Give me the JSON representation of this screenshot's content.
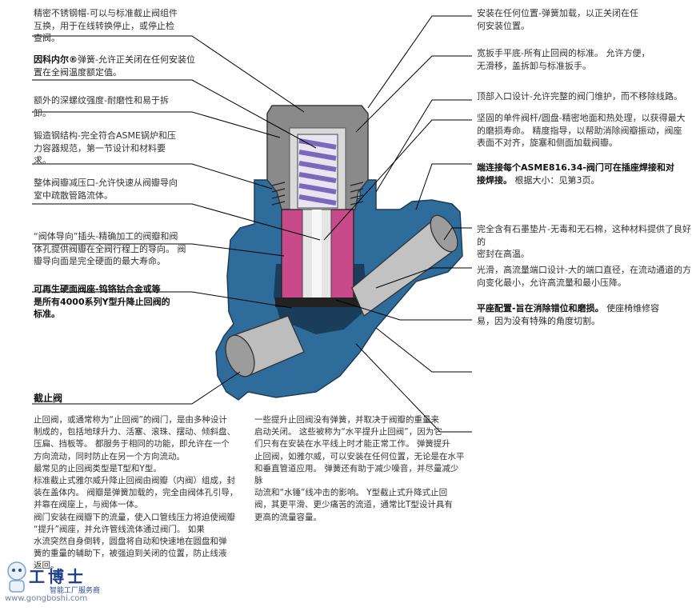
{
  "left_annotations": [
    {
      "text": "精密不锈钢帽-可以与标准截止阀组件\n互换，用于在线转换停止，或停止检\n查阀。",
      "emphasis": ""
    },
    {
      "text": "弹簧-允许正关闭在任何安装位\n置在全阀温度额定值。",
      "emphasis": "因科内尔®"
    },
    {
      "text": "额外的深螺纹强度-耐磨性和易于拆\n卸。",
      "emphasis": ""
    },
    {
      "text": "锻造钢结构-完全符合ASME锅炉和压\n力容器规范，第一节设计和材料要\n求。",
      "emphasis": ""
    },
    {
      "text": "整体阀瓣减压口-允许快速从阀瓣导向\n室中疏散管路流体。",
      "emphasis": ""
    },
    {
      "text": "“阀体导向”插头-精确加工的阀瓣和阀\n体孔提供阀瓣在全阀行程上的导向。 阀\n瓣导向面是完全硬面的最大寿命。",
      "emphasis": ""
    },
    {
      "text": "可再生硬面阀座-钨铬钴合金或等\n是所有4000系列Y型升降止回阀的\n标准。",
      "emphasis": "bold"
    }
  ],
  "right_annotations": [
    {
      "text": "安装在任何位置-弹簧加载，以正关闭在任\n何安装位置。",
      "emphasis": ""
    },
    {
      "text": "宽扳手平底-所有止回阀的标准。 允许方便，\n无滑移，盖拆卸与标准扳手。",
      "emphasis": ""
    },
    {
      "text": "顶部入口设计-允许完整的阀门维护，而不移除线路。",
      "emphasis": ""
    },
    {
      "text": "坚固的单件阀杆/圆盘-精密地面和热处理，以获得最大\n的磨损寿命。 精度指导，以帮助消除阀瓣振动，阀座\n表面不对齐，旋塞和侧面加载阀瓣。",
      "emphasis": ""
    },
    {
      "text": "端连接每个ASME816.34-阀门可在插座焊接和对\n接焊接。",
      "emphasis": "bold",
      "suffix": " 根据大小：见第3页。"
    },
    {
      "text": "完全含有石墨垫片-无毒和无石棉，这种材料提供了良好的\n密封在高温。",
      "emphasis": ""
    },
    {
      "text": "光滑，高流量端口设计-大的端口直径，在流动通道的方\n向变化最小，允许高流量和最小压降。",
      "emphasis": ""
    },
    {
      "text": "平座配置-旨在消除错位和磨损。",
      "emphasis": "bold",
      "suffix": " 使座椅维修容\n易，因为没有特殊的角度切割。"
    }
  ],
  "section": {
    "title": "截止阀",
    "col1": "止回阀，或通常称为“止回阀”的阀门，是由多种设计\n制成的，包括地球升力、活塞、滚珠、摆动、倾斜盘、\n压扁、挡板等。 都服务于相同的功能，即允许在一个\n方向流动，同时防止在另一个方向流动。\n最常见的止回阀类型是T型和Y型。\n标准截止式雅尔威升降止回阀由阀瓣（内阀）组成，封\n装在盖体内。 阀瓣是弹簧加载的，完全由阀体孔引导，\n并靠在阀座上，与阀体一体。\n阀门安装在阀瓣下的流量，使入口管线压力将迫使阀瓣\n“提升”阀座，并允许管线流体通过阀门。 如果\n水流突然自身倒转，圆盘将自动和快速地在圆盘和弹\n簧的重量的辅助下，被强迫到关闭的位置，防止线液\n返回。",
    "col2": "一些提升止回阀没有弹簧，并取决于阀瓣的重量来\n启动关闭。 这些被称为“水平提升止回阀”，因为它\n们只有在安装在水平线上时才能正常工作。 弹簧提升\n止回阀，如雅尔威，可以安装在任何位置，无论是在水平\n和垂直管道应用。 弹簧还有助于减少噪音，并尽量减少脉\n动流和“水锤”线冲击的影响。 Y型截止式升降式止回\n阀，其更平滑、更少痛苦的流道，通常比T型设计具有\n更高的流量容量。"
  },
  "logo": {
    "name": "工博士",
    "tagline": "智能工厂服务商",
    "url": "www.gongboshi.com"
  },
  "colors": {
    "body": "#2e6d9b",
    "body_dark": "#1f4e73",
    "bonnet": "#8a8a8a",
    "spring": "#8c7cc4",
    "seat": "#c84a8a",
    "pipe": "#b8b8b8"
  }
}
